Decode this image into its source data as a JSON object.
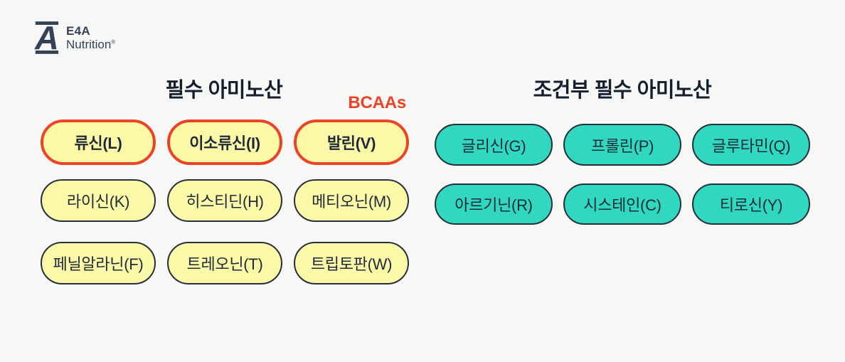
{
  "logo": {
    "brand_top": "E4A",
    "brand_bottom": "Nutrition",
    "registered_mark": "®",
    "color": "#344258"
  },
  "colors": {
    "background": "#f7f7f5",
    "pill_yellow": "#fbf8a8",
    "pill_teal": "#2fd8bf",
    "accent_red": "#ec4326",
    "dark_text": "#1f2a38",
    "heading_text": "#141e2e",
    "pill_border": "#262f3d"
  },
  "left_group": {
    "title": "필수 아미노산",
    "bcaas_label": "BCAAs",
    "rows": [
      {
        "highlight": true,
        "items": [
          "류신(L)",
          "이소류신(I)",
          "발린(V)"
        ]
      },
      {
        "highlight": false,
        "items": [
          "라이신(K)",
          "히스티딘(H)",
          "메티오닌(M)"
        ]
      },
      {
        "highlight": false,
        "items": [
          "페닐알라닌(F)",
          "트레오닌(T)",
          "트립토판(W)"
        ]
      }
    ]
  },
  "right_group": {
    "title": "조건부 필수 아미노산",
    "rows": [
      {
        "items": [
          "글리신(G)",
          "프롤린(P)",
          "글루타민(Q)"
        ]
      },
      {
        "items": [
          "아르기닌(R)",
          "시스테인(C)",
          "티로신(Y)"
        ]
      }
    ]
  }
}
